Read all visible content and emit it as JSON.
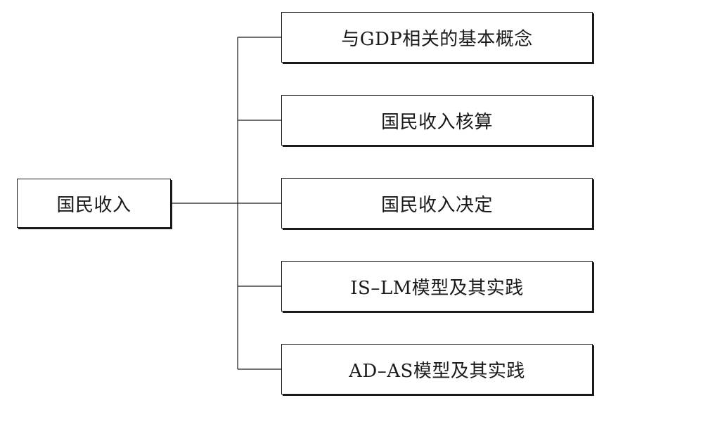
{
  "root": {
    "label": "国民收入"
  },
  "children": [
    {
      "label": "与GDP相关的基本概念"
    },
    {
      "label": "国民收入核算"
    },
    {
      "label": "国民收入决定"
    },
    {
      "label": "IS–LM模型及其实践"
    },
    {
      "label": "AD–AS模型及其实践"
    }
  ]
}
